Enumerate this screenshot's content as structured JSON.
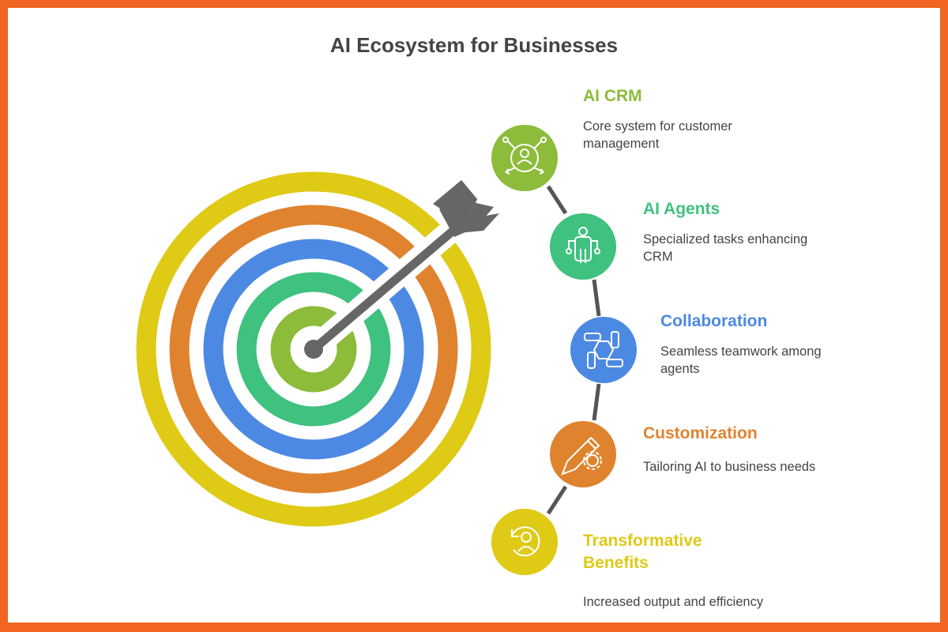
{
  "title": "AI Ecosystem for Businesses",
  "colors": {
    "frame": "#f26522",
    "green": "#8dbb3a",
    "teal": "#3fc17f",
    "blue": "#4c89e3",
    "orange": "#e0832e",
    "yellow": "#dfca16",
    "arrow": "#666666"
  },
  "items": [
    {
      "title": "AI CRM",
      "description": "Core system for customer management",
      "icon": "crm-network-icon",
      "color": "#8dbb3a"
    },
    {
      "title": "AI Agents",
      "description": "Specialized tasks enhancing CRM",
      "icon": "robot-agent-icon",
      "color": "#3fc17f"
    },
    {
      "title": "Collaboration",
      "description": "Seamless teamwork among agents",
      "icon": "hands-teamwork-icon",
      "color": "#4c89e3"
    },
    {
      "title": "Customization",
      "description": "Tailoring AI to business needs",
      "icon": "pencil-gear-icon",
      "color": "#e0832e"
    },
    {
      "title": "Transformative Benefits",
      "description": "Increased output and efficiency",
      "icon": "person-cycle-icon",
      "color": "#dfca16"
    }
  ]
}
